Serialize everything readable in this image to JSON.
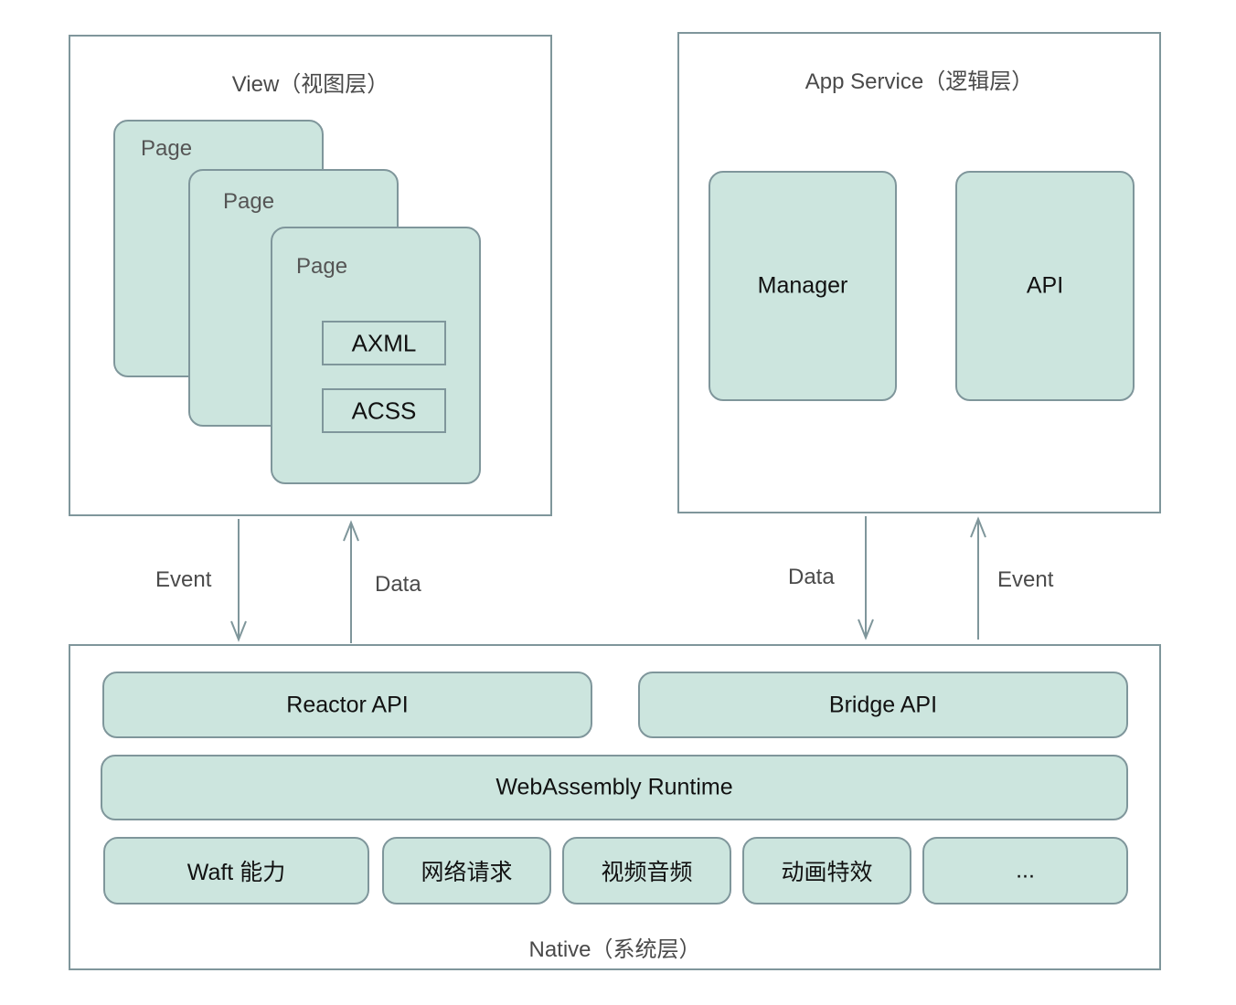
{
  "view_layer": {
    "title": "View（视图层）",
    "pages": [
      {
        "label": "Page"
      },
      {
        "label": "Page"
      },
      {
        "label": "Page",
        "children": [
          "AXML",
          "ACSS"
        ]
      }
    ]
  },
  "app_service_layer": {
    "title": "App Service（逻辑层）",
    "modules": [
      "Manager",
      "API"
    ]
  },
  "flows": {
    "left": {
      "down_label": "Event",
      "up_label": "Data"
    },
    "right": {
      "down_label": "Data",
      "up_label": "Event"
    }
  },
  "native_layer": {
    "title": "Native（系统层）",
    "apis": [
      "Reactor API",
      "Bridge API"
    ],
    "runtime": "WebAssembly Runtime",
    "capabilities": [
      "Waft 能力",
      "网络请求",
      "视频音频",
      "动画特效",
      "..."
    ]
  },
  "colors": {
    "box_fill": "#cce5de",
    "border": "#7f969b",
    "label_text": "#4a4a4a"
  }
}
